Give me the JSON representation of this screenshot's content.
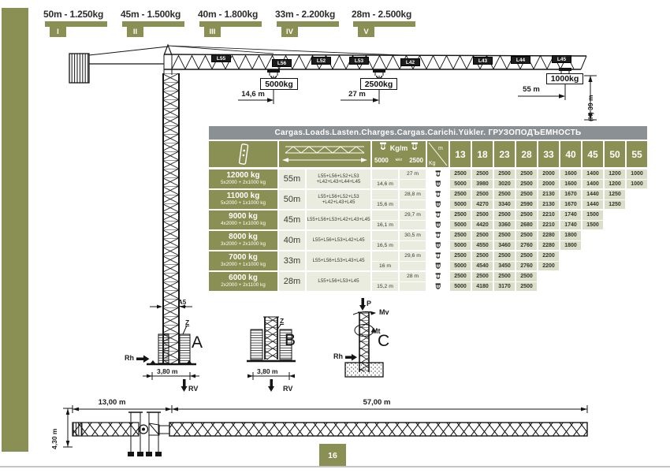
{
  "page": {
    "number": "16",
    "accent_color": "#8A9053",
    "title_bar_color": "#8B9094"
  },
  "legend": {
    "items": [
      {
        "numeral": "I",
        "label": "50m - 1.250kg"
      },
      {
        "numeral": "II",
        "label": "45m - 1.500kg"
      },
      {
        "numeral": "III",
        "label": "40m - 1.800kg"
      },
      {
        "numeral": "IV",
        "label": "33m - 2.200kg"
      },
      {
        "numeral": "V",
        "label": "28m - 2.500kg"
      }
    ]
  },
  "crane": {
    "jib_labels": [
      "L55",
      "L56",
      "L52",
      "L53",
      "L42",
      "L43",
      "L44",
      "L45"
    ],
    "loads": [
      {
        "weight": "5000kg",
        "radius": "14,6 m"
      },
      {
        "weight": "2500kg",
        "radius": "27 m"
      },
      {
        "weight": "1000kg",
        "radius": "55 m"
      }
    ],
    "hook_height": "(H) 39 m"
  },
  "table": {
    "title": "Cargas.Loads.Lasten.Charges.Cargas.Carichi.Yükler. ГРУЗОПОДЪЕМНОСТЬ",
    "header": {
      "kgm": "Kg/m",
      "mkg": "м/кг",
      "falls_a": "5000",
      "falls_b": "2500",
      "m": "m",
      "kg": "Kg",
      "radii": [
        "13",
        "18",
        "23",
        "28",
        "33",
        "40",
        "45",
        "50",
        "55"
      ]
    },
    "rows": [
      {
        "ballast": "12000 kg",
        "ballast_detail": "5x2000 + 2x1000 kg",
        "jib_length": "55m",
        "config": "L55+L56+L52+L53 +L42+L43+L44+L45",
        "r2500": "27 m",
        "r5000": "14,6 m",
        "v2500": [
          2500,
          2500,
          2500,
          2500,
          2000,
          1600,
          1400,
          1200,
          1000
        ],
        "v5000": [
          5000,
          3980,
          3020,
          2500,
          2000,
          1600,
          1400,
          1200,
          1000
        ]
      },
      {
        "ballast": "11000 kg",
        "ballast_detail": "5x2000 + 1x1000 kg",
        "jib_length": "50m",
        "config": "L55+L56+L52+L53 +L42+L43+L45",
        "r2500": "28,8 m",
        "r5000": "15,6 m",
        "v2500": [
          2500,
          2500,
          2500,
          2500,
          2130,
          1670,
          1440,
          1250
        ],
        "v5000": [
          5000,
          4270,
          3340,
          2590,
          2130,
          1670,
          1440,
          1250
        ]
      },
      {
        "ballast": "9000 kg",
        "ballast_detail": "4x2000 + 1x1000 kg",
        "jib_length": "45m",
        "config": "L55+L56+L53+L42+L43+L45",
        "r2500": "29,7 m",
        "r5000": "16,1 m",
        "v2500": [
          2500,
          2500,
          2500,
          2500,
          2210,
          1740,
          1500
        ],
        "v5000": [
          5000,
          4420,
          3360,
          2680,
          2210,
          1740,
          1500
        ]
      },
      {
        "ballast": "8000 kg",
        "ballast_detail": "3x2000 + 2x1000 kg",
        "jib_length": "40m",
        "config": "L55+L56+L53+L42+L45",
        "r2500": "30,5 m",
        "r5000": "16,5 m",
        "v2500": [
          2500,
          2500,
          2500,
          2500,
          2280,
          1800
        ],
        "v5000": [
          5000,
          4550,
          3460,
          2760,
          2280,
          1800
        ]
      },
      {
        "ballast": "7000 kg",
        "ballast_detail": "3x2000 + 1x1000 kg",
        "jib_length": "33m",
        "config": "L55+L56+L53+L43+L45",
        "r2500": "29,6 m",
        "r5000": "16 m",
        "v2500": [
          2500,
          2500,
          2500,
          2500,
          2200
        ],
        "v5000": [
          5000,
          4540,
          3450,
          2760,
          2200
        ]
      },
      {
        "ballast": "6000 kg",
        "ballast_detail": "2x2000 + 2x1100 kg",
        "jib_length": "28m",
        "config": "L55+L56+L53+L45",
        "r2500": "28 m",
        "r5000": "15,2 m",
        "v2500": [
          2500,
          2500,
          2500,
          2500
        ],
        "v5000": [
          5000,
          4180,
          3170,
          2500
        ]
      }
    ]
  },
  "diagrams": {
    "a": {
      "letter": "A",
      "a5": "A5",
      "z": "Z",
      "rh": "Rh",
      "rv": "RV",
      "width": "3,80 m"
    },
    "b": {
      "letter": "B",
      "z": "Z",
      "rv": "RV",
      "width": "3,80 m"
    },
    "c": {
      "letter": "C",
      "p": "P",
      "mv": "Mv",
      "mt": "Mt",
      "rh": "Rh"
    }
  },
  "transport": {
    "length_front": "13,00 m",
    "length_jib": "57,00 m",
    "height": "4,30 m"
  }
}
